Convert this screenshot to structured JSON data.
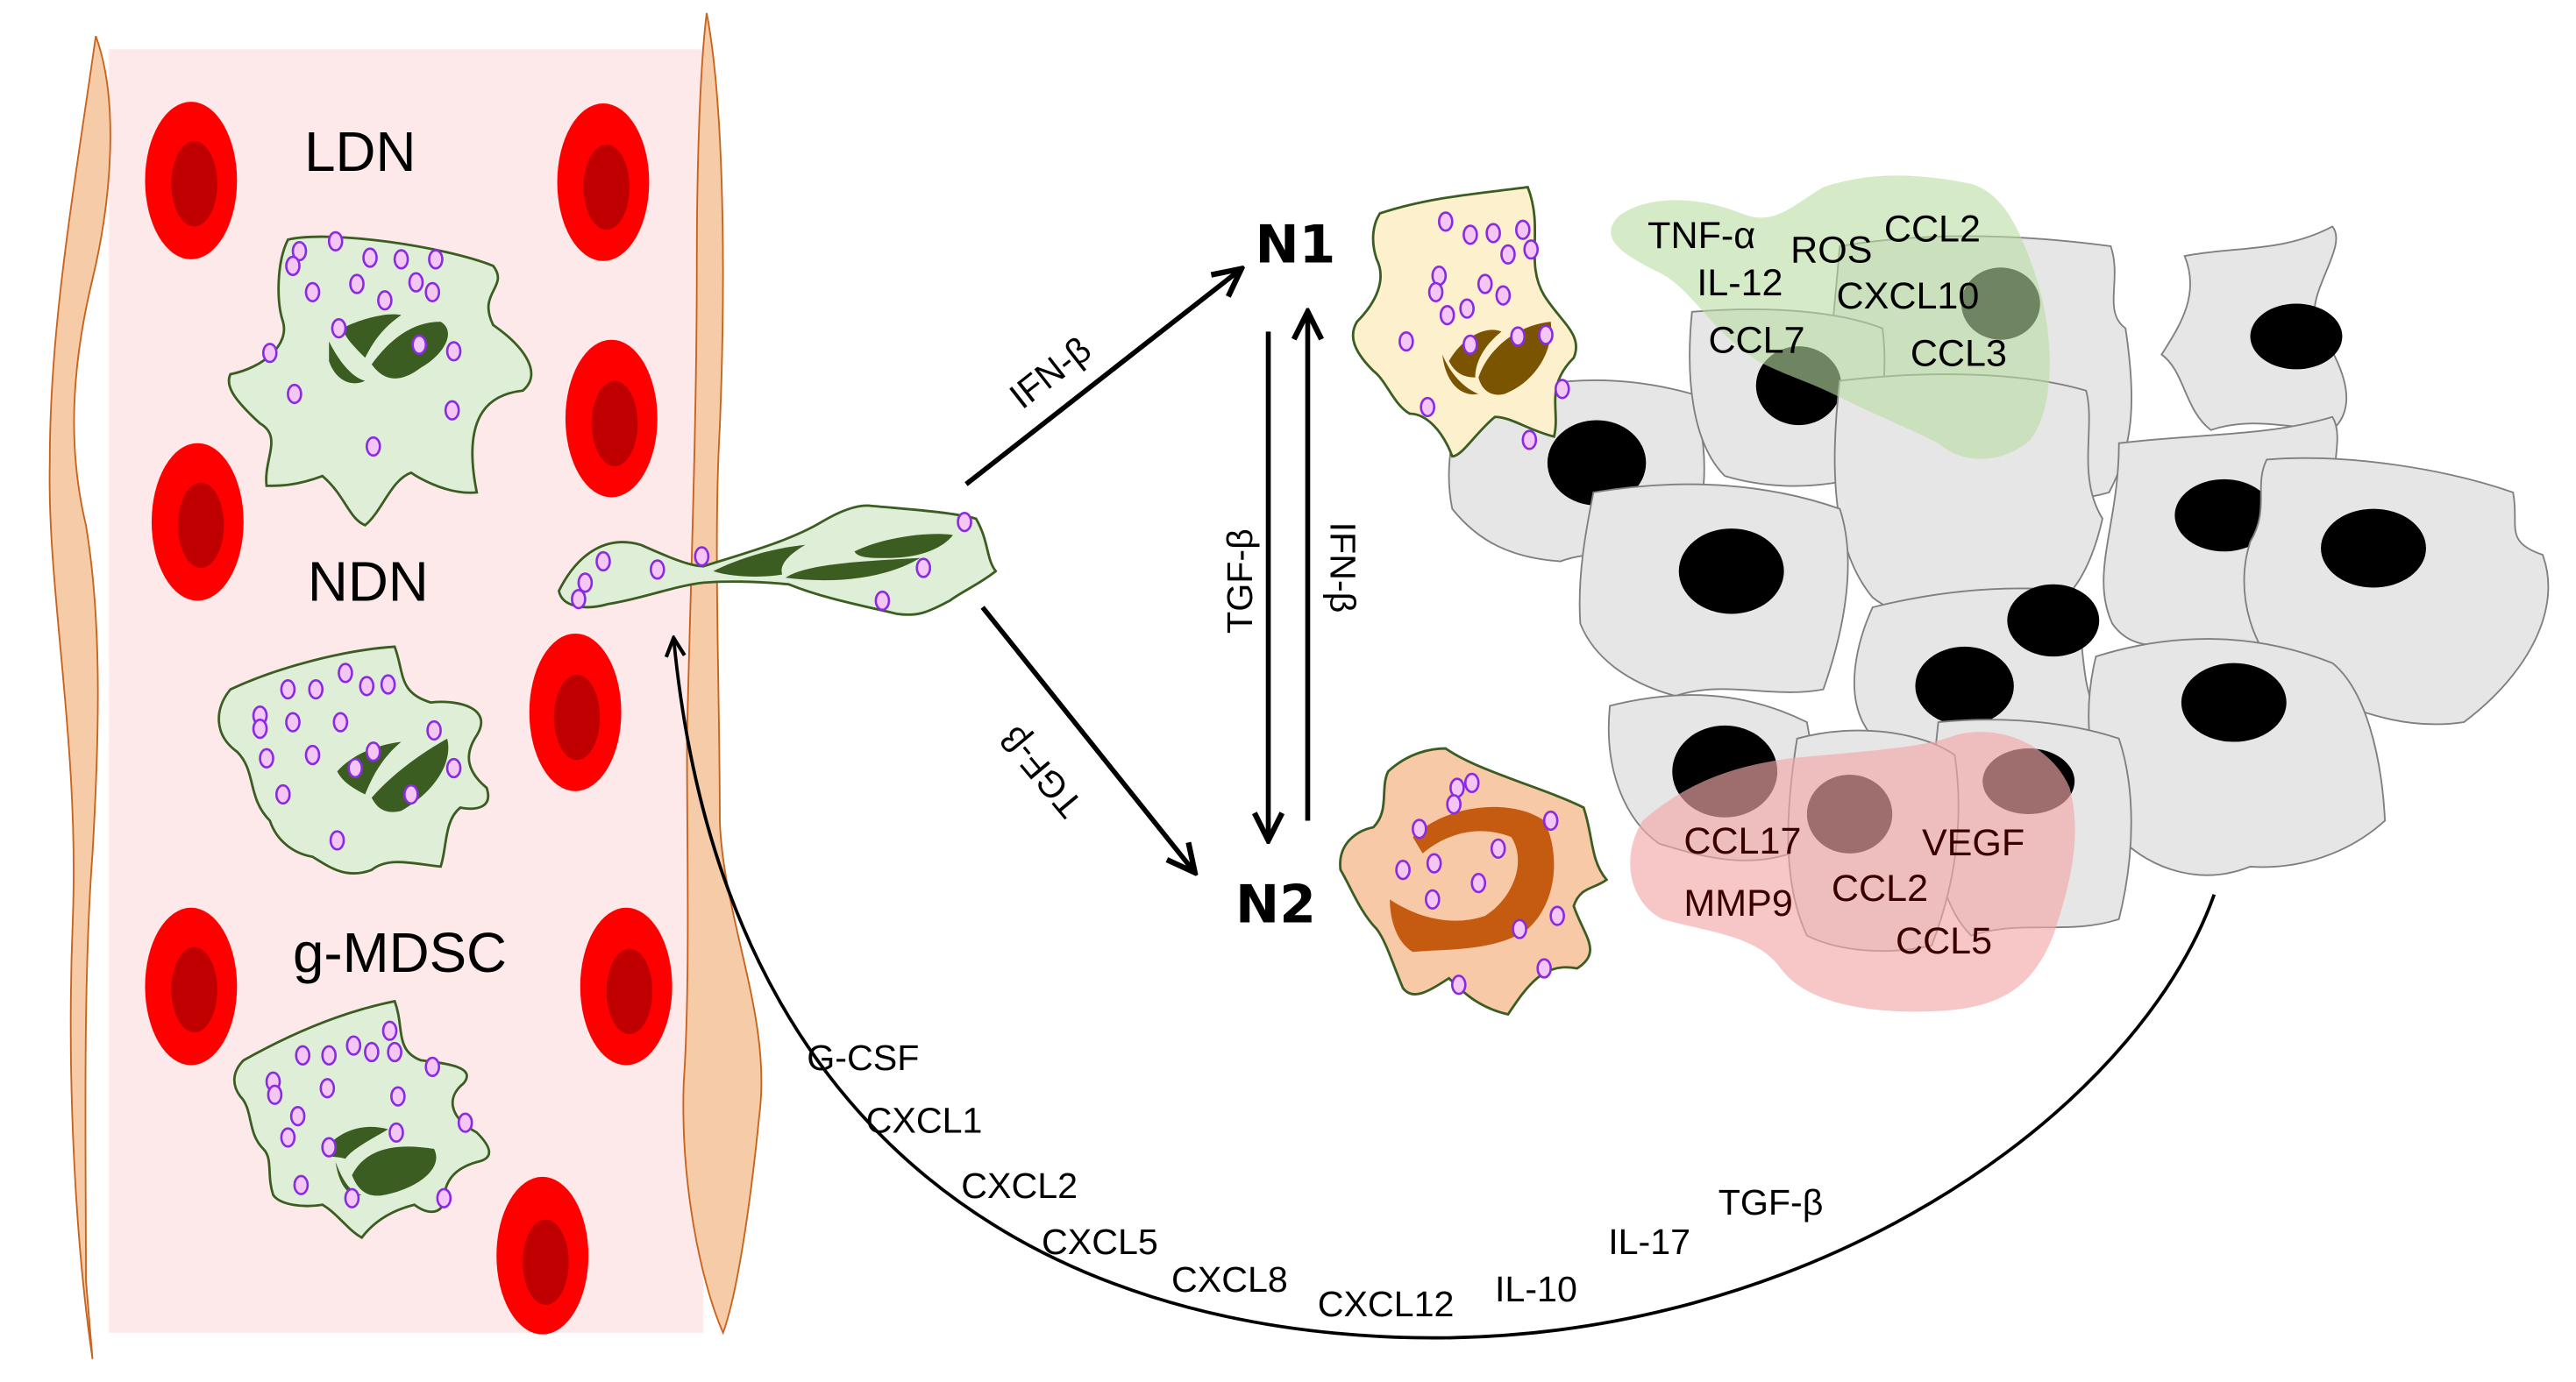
{
  "figure": {
    "title": "Neutrophil subsets, recruitment and polarization in the tumor microenvironment"
  },
  "vessel": {
    "subsets": [
      {
        "label": "LDN"
      },
      {
        "label": "NDN"
      },
      {
        "label": "g-MDSC"
      }
    ]
  },
  "polarization": {
    "n1_label": "N1",
    "n2_label": "N2",
    "arrow_to_n1": "IFN-β",
    "arrow_to_n2": "TGF-β",
    "n1_to_n2": "TGF-β",
    "n2_to_n1": "IFN-β"
  },
  "n1_secretome": {
    "color": "#b9dca2",
    "factors": [
      "TNF-α",
      "ROS",
      "CCL2",
      "IL-12",
      "CXCL10",
      "CCL7",
      "CCL3"
    ]
  },
  "n2_secretome": {
    "color": "#f3a9a9",
    "factors": [
      "CCL17",
      "VEGF",
      "CCL2",
      "MMP9",
      "CCL5"
    ]
  },
  "tumor_recruitment": {
    "factors": [
      "G-CSF",
      "CXCL1",
      "CXCL2",
      "CXCL5",
      "CXCL8",
      "CXCL12",
      "IL-10",
      "IL-17",
      "TGF-β"
    ]
  },
  "colors": {
    "vessel_lumen": "#fde9e9",
    "vessel_wall": "#f6cba7",
    "vessel_wall_stroke": "#c8641e",
    "rbc_outer": "#ff0000",
    "rbc_inner": "#c00000",
    "neutrophil_fill": "#dfeed7",
    "neutrophil_nucleus": "#3b5d22",
    "n1_fill": "#fdf0cc",
    "n1_nucleus": "#7a5400",
    "n2_fill": "#f7c9a6",
    "n2_nucleus": "#c55a11",
    "granule": "#f4c6f4",
    "granule_stroke": "#8a2be2",
    "tumor_cell": "#e6e6e6",
    "tumor_nucleus": "#000000"
  }
}
